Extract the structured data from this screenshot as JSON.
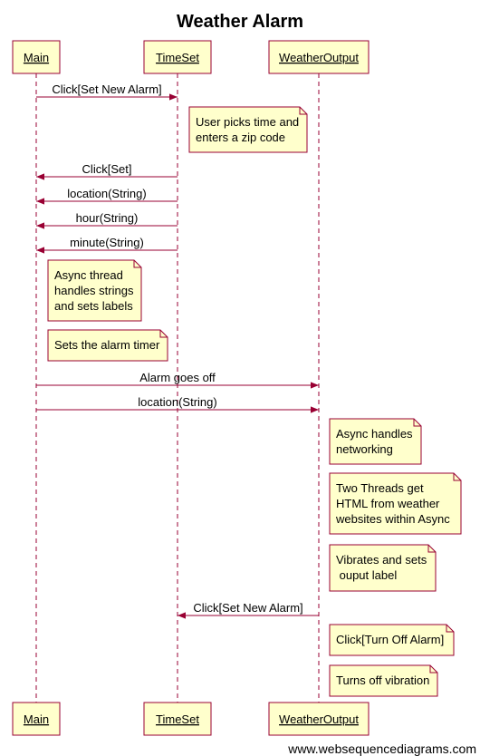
{
  "title": "Weather Alarm",
  "footer": "www.websequencediagrams.com",
  "colors": {
    "lifeline": "#990033",
    "actor_fill": "#ffffcc",
    "note_fill": "#ffffcc",
    "note_stroke": "#990033"
  },
  "actors": [
    {
      "id": "main",
      "label": "Main"
    },
    {
      "id": "timeset",
      "label": "TimeSet"
    },
    {
      "id": "weather",
      "label": "WeatherOutput"
    }
  ],
  "messages": [
    {
      "from": "main",
      "to": "timeset",
      "label": "Click[Set New Alarm]"
    },
    {
      "from": "timeset",
      "to": "main",
      "label": "Click[Set]"
    },
    {
      "from": "timeset",
      "to": "main",
      "label": "location(String)"
    },
    {
      "from": "timeset",
      "to": "main",
      "label": "hour(String)"
    },
    {
      "from": "timeset",
      "to": "main",
      "label": "minute(String)"
    },
    {
      "from": "main",
      "to": "weather",
      "label": "Alarm goes off"
    },
    {
      "from": "main",
      "to": "weather",
      "label": "location(String)"
    },
    {
      "from": "weather",
      "to": "timeset",
      "label": "Click[Set New Alarm]"
    }
  ],
  "notes": [
    {
      "actor": "timeset",
      "lines": [
        "User picks time and",
        "enters a zip code"
      ]
    },
    {
      "actor": "main",
      "lines": [
        "Async thread",
        "handles strings",
        "and sets labels"
      ]
    },
    {
      "actor": "main",
      "lines": [
        "Sets the alarm timer"
      ]
    },
    {
      "actor": "weather",
      "lines": [
        "Async handles",
        "networking"
      ]
    },
    {
      "actor": "weather",
      "lines": [
        "Two Threads get",
        "HTML from weather",
        "websites within Async"
      ]
    },
    {
      "actor": "weather",
      "lines": [
        "Vibrates and sets",
        " ouput label"
      ]
    },
    {
      "actor": "weather",
      "lines": [
        "Click[Turn Off Alarm]"
      ]
    },
    {
      "actor": "weather",
      "lines": [
        "Turns off vibration"
      ]
    }
  ]
}
